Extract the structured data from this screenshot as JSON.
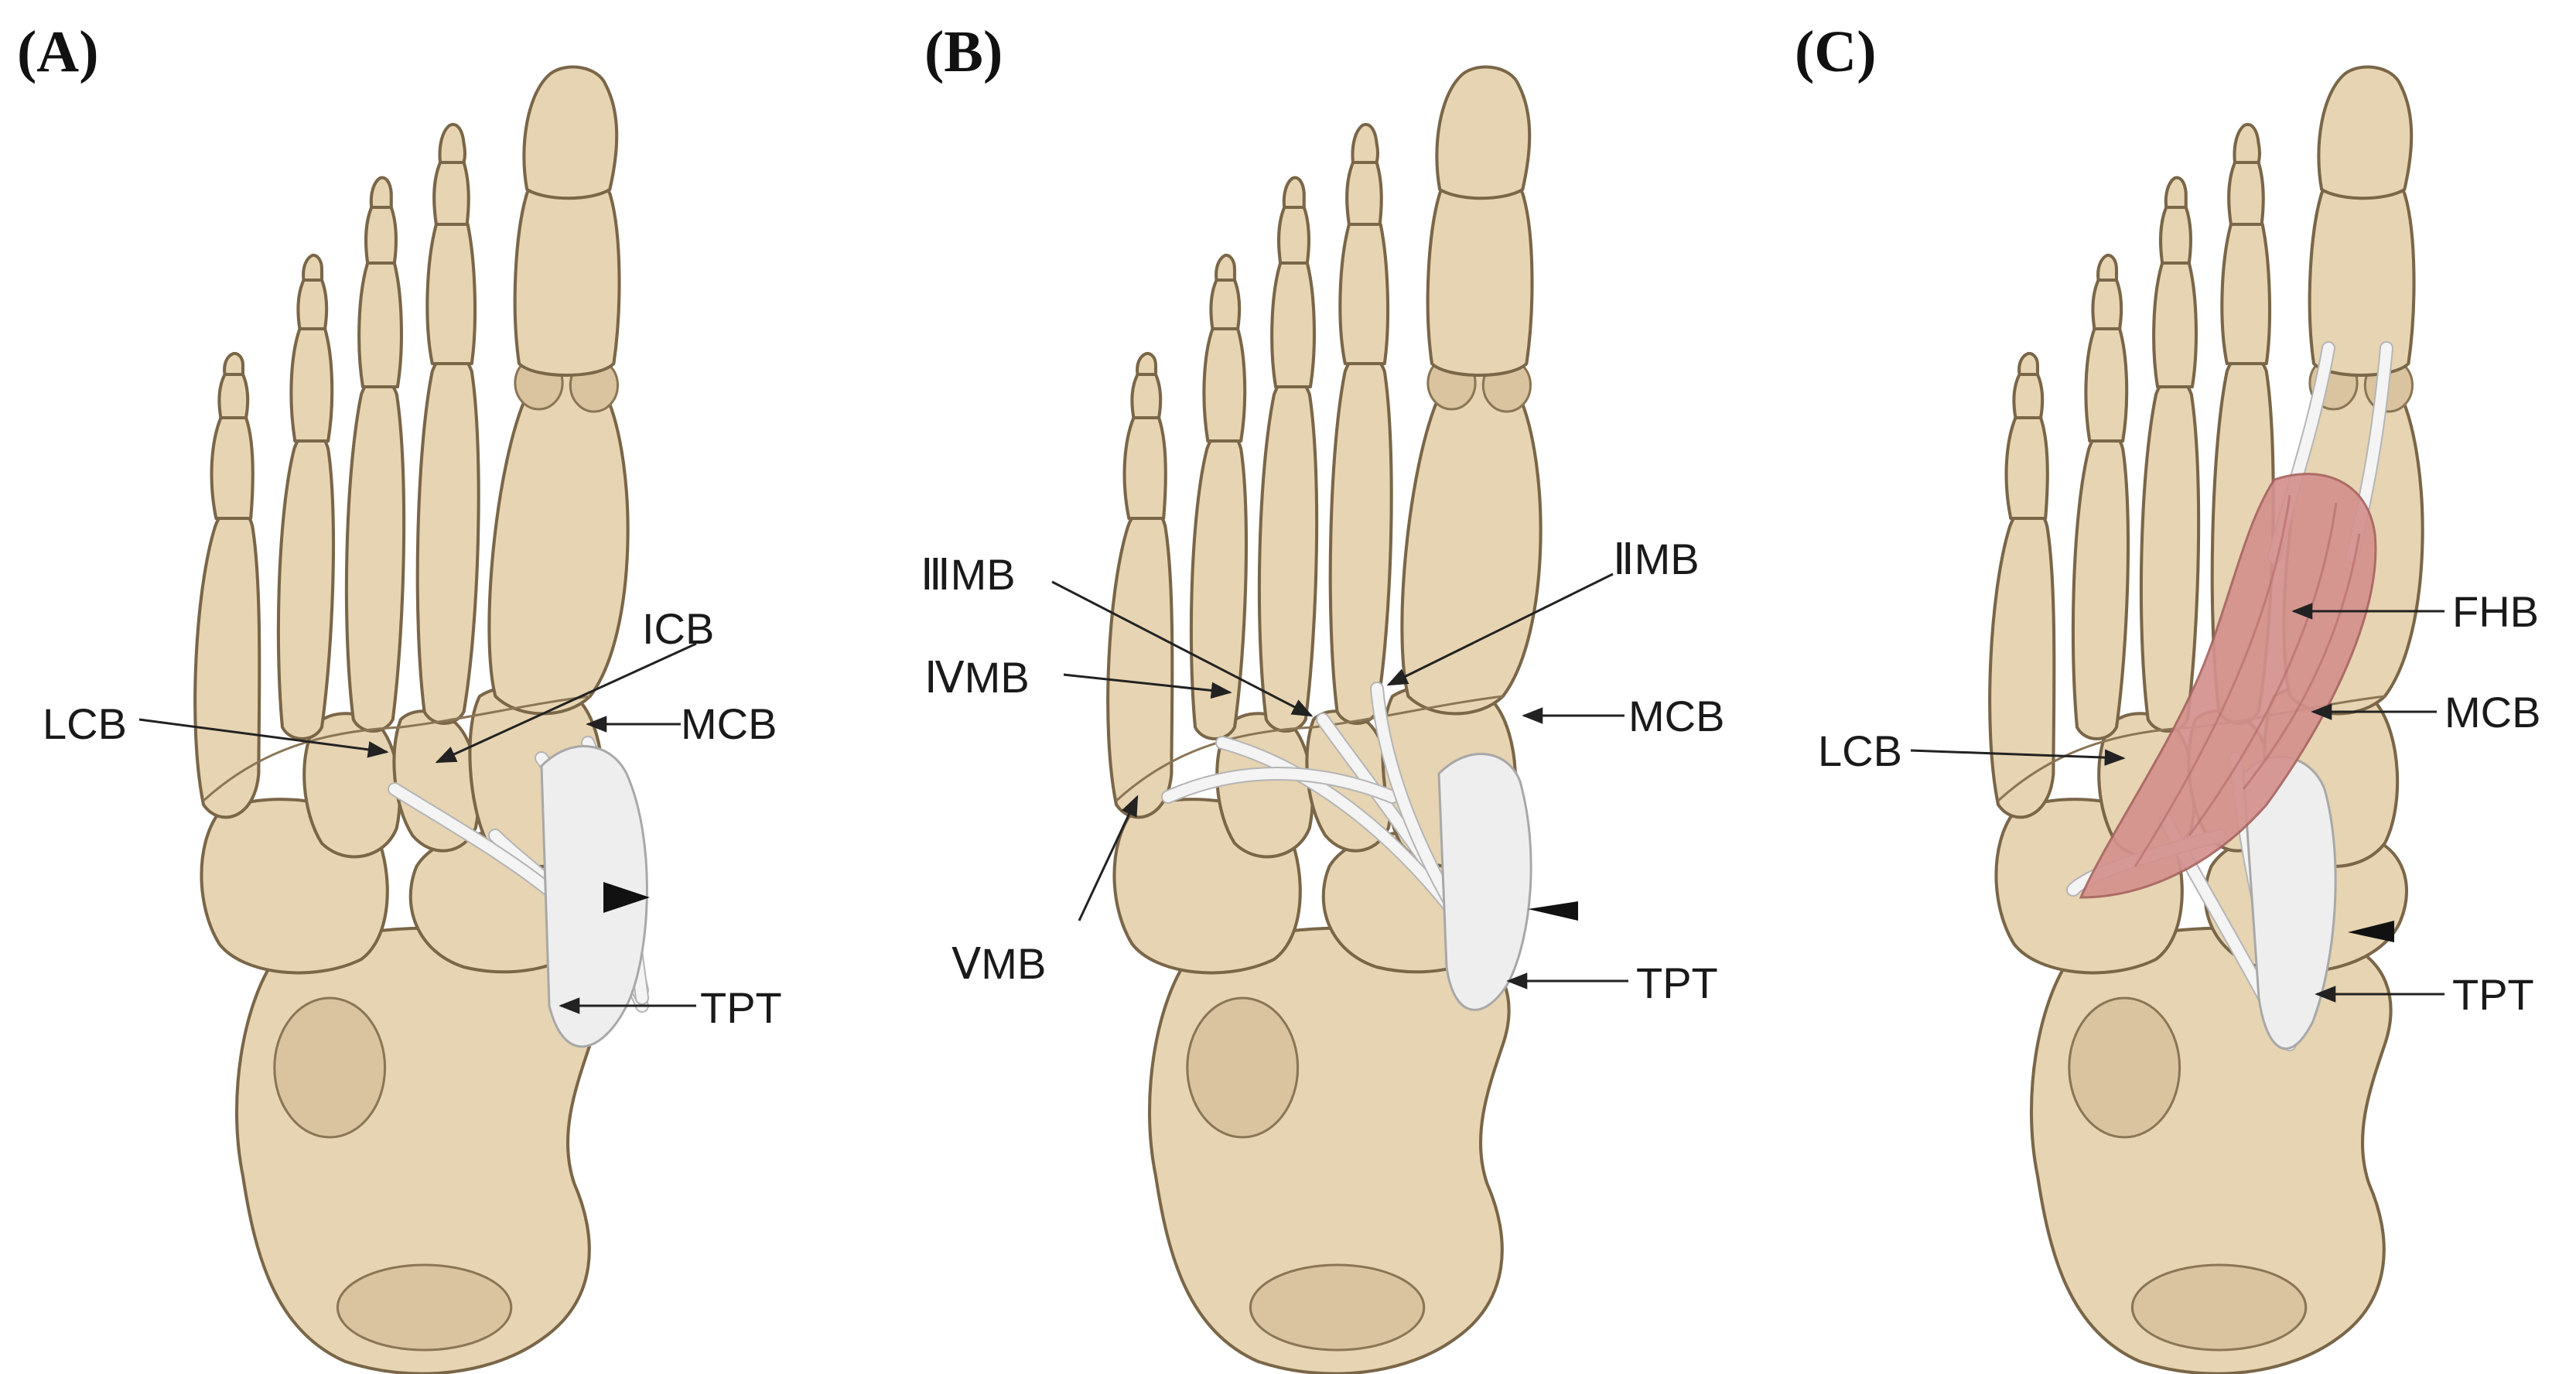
{
  "panels": [
    {
      "letter": "(A)",
      "labels": {
        "icb": "ICB",
        "lcb": "LCB",
        "mcb": "MCB",
        "tpt": "TPT"
      }
    },
    {
      "letter": "(B)",
      "labels": {
        "iiimb": "ⅢMB",
        "iimb": "ⅡMB",
        "ivmb": "ⅣMB",
        "mcb": "MCB",
        "vmb": "ⅤMB",
        "tpt": "TPT"
      }
    },
    {
      "letter": "(C)",
      "labels": {
        "fhb": "FHB",
        "mcb": "MCB",
        "lcb": "LCB",
        "tpt": "TPT"
      }
    }
  ],
  "colors": {
    "bone": "#e6d4b2",
    "bone_outline": "#7a6648",
    "ligament": "#f4f4f4",
    "muscle": "#d4918e",
    "text": "#1a1a1a"
  },
  "icons": [
    "arrowhead-marker",
    "foot-skeleton"
  ]
}
